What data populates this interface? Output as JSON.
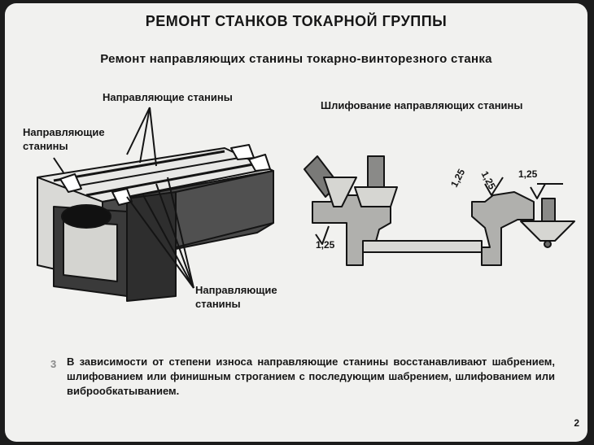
{
  "slide": {
    "title": "РЕМОНТ СТАНКОВ ТОКАРНОЙ ГРУППЫ",
    "subtitle": "Ремонт направляющих станины токарно-винторезного станка",
    "page_number": "2"
  },
  "left_figure": {
    "label_top": "Направляющие станины",
    "label_left": "Направляющие станины",
    "label_bottom": "Направляющие станины"
  },
  "right_figure": {
    "caption": "Шлифование направляющих станины",
    "roughness_marks": [
      "1,25",
      "1,25",
      "1,25",
      "1,25"
    ]
  },
  "body": {
    "bullet": "3",
    "text": "В зависимости от степени износа направляющие станины восстанавливают шабрением, шлифованием или финишным строганием с последующим шабрением, шлифованием или виброобкатыванием."
  }
}
